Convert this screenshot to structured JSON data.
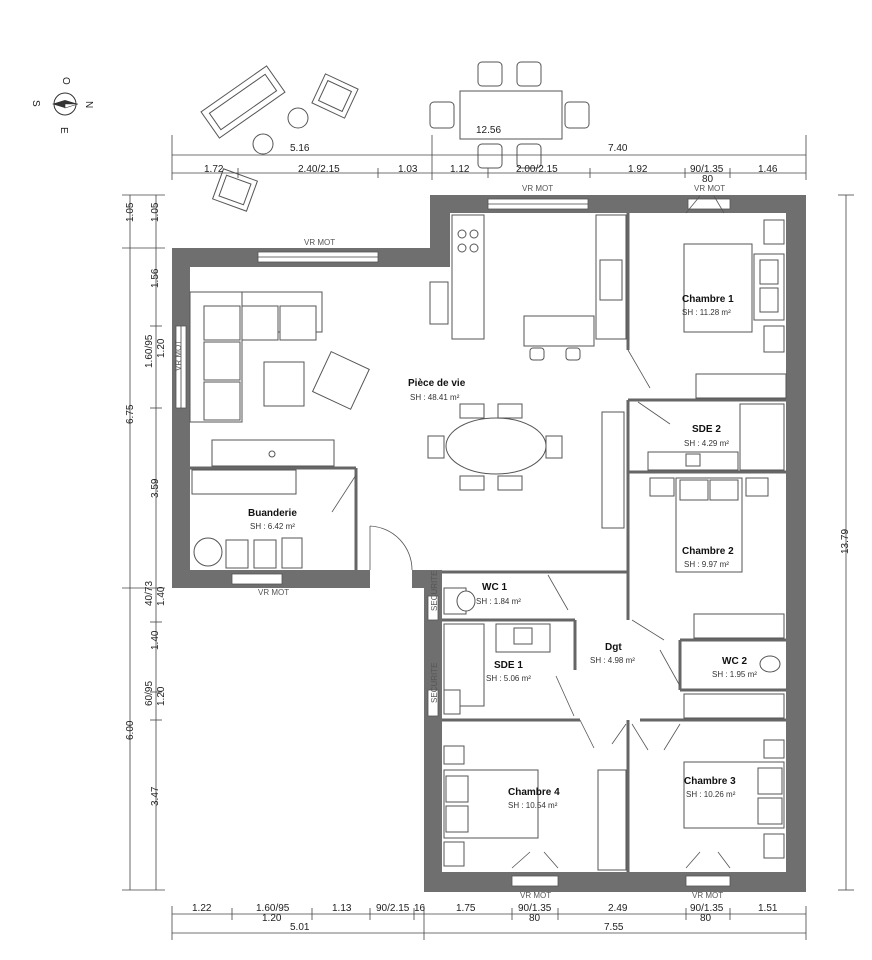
{
  "compass": {
    "letters": [
      "O",
      "N",
      "E",
      "S"
    ]
  },
  "terrace": {
    "label": "12.56"
  },
  "top_dims": {
    "total": [
      "5.16",
      "7.40"
    ],
    "segments": [
      "1.72",
      "2.40/2.15",
      "1.03",
      "1.12",
      "2.00/2.15",
      "1.92",
      "90/1.35",
      "80",
      "1.46"
    ]
  },
  "bottom_dims": {
    "segments": [
      "1.22",
      "1.60/95",
      "1.20",
      "1.13",
      "90/2.15",
      "16",
      "1.75",
      "90/1.35",
      "80",
      "2.49",
      "90/1.35",
      "80",
      "1.51"
    ],
    "total": [
      "5.01",
      "7.55"
    ]
  },
  "left_dims": {
    "outer": [
      "1.05",
      "6.75",
      "6.00"
    ],
    "inner": [
      "1.05",
      "1.56",
      "1.60/95",
      "1.20",
      "3.59",
      "40/73",
      "1.40",
      "1.40",
      "60/95",
      "1.20",
      "3.47"
    ]
  },
  "right_dims": {
    "total": "13.79"
  },
  "labels": {
    "vr_mot": "VR MOT",
    "securite": "SECURITE",
    "vr_mot_side": "VR MOT"
  },
  "rooms": [
    {
      "name": "Pièce de vie",
      "area": "SH : 48.41 m²"
    },
    {
      "name": "Chambre 1",
      "area": "SH : 11.28 m²"
    },
    {
      "name": "SDE 2",
      "area": "SH : 4.29 m²"
    },
    {
      "name": "Buanderie",
      "area": "SH : 6.42 m²"
    },
    {
      "name": "Chambre 2",
      "area": "SH : 9.97 m²"
    },
    {
      "name": "WC 1",
      "area": "SH : 1.84 m²"
    },
    {
      "name": "SDE 1",
      "area": "SH : 5.06 m²"
    },
    {
      "name": "Dgt",
      "area": "SH : 4.98 m²"
    },
    {
      "name": "WC 2",
      "area": "SH : 1.95 m²"
    },
    {
      "name": "Chambre 4",
      "area": "SH : 10.54 m²"
    },
    {
      "name": "Chambre 3",
      "area": "SH : 10.26 m²"
    }
  ]
}
